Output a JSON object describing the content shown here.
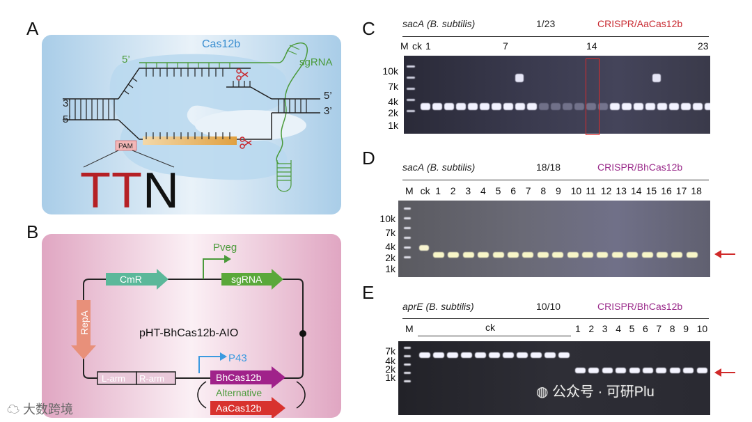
{
  "panels": {
    "A": "A",
    "B": "B",
    "C": "C",
    "D": "D",
    "E": "E"
  },
  "panel_a": {
    "cas_label": "Cas12b",
    "sgrna_label": "sgRNA",
    "pam_label": "PAM",
    "pam_seq": {
      "t1": "T",
      "t2": "T",
      "n": "N"
    },
    "strand_labels": {
      "l3": "3’",
      "l5": "5’",
      "r5": "5’",
      "r3": "3’",
      "top5": "5’"
    }
  },
  "panel_b": {
    "plasmid_name": "pHT-BhCas12b-AIO",
    "cmr": "CmR",
    "sgrna": "sgRNA",
    "pveg": "Pveg",
    "repa": "RepA",
    "larm": "L-arm",
    "rarm": "R-arm",
    "p43": "P43",
    "bhcas": "BhCas12b",
    "alternative": "Alternative",
    "aacas": "AaCas12b"
  },
  "panel_c": {
    "gene": "sacA",
    "organism": "(B. subtilis)",
    "ratio": "1/23",
    "system": "CRISPR/AaCas12b",
    "lanes": {
      "m": "M",
      "ck": "ck",
      "l1": "1",
      "l7": "7",
      "l14": "14",
      "l23": "23"
    },
    "sizes": [
      "10k",
      "7k",
      "4k",
      "2k",
      "1k"
    ]
  },
  "panel_d": {
    "gene": "sacA",
    "organism": "(B. subtilis)",
    "ratio": "18/18",
    "system": "CRISPR/BhCas12b",
    "lanes": [
      "M",
      "ck",
      "1",
      "2",
      "3",
      "4",
      "5",
      "6",
      "7",
      "8",
      "9",
      "10",
      "11",
      "12",
      "13",
      "14",
      "15",
      "16",
      "17",
      "18"
    ],
    "sizes": [
      "10k",
      "7k",
      "4k",
      "2k",
      "1k"
    ]
  },
  "panel_e": {
    "gene": "aprE",
    "organism": "(B. subtilis)",
    "ratio": "10/10",
    "system": "CRISPR/BhCas12b",
    "m": "M",
    "ck": "ck",
    "lanes": [
      "1",
      "2",
      "3",
      "4",
      "5",
      "6",
      "7",
      "8",
      "9",
      "10"
    ],
    "sizes": [
      "7k",
      "4k",
      "2k",
      "1k"
    ]
  },
  "watermarks": {
    "left": "大数跨境",
    "right": "公众号 · 可研Plu"
  },
  "colors": {
    "cas_blue": "#b9d8ee",
    "box_pink": "#e9b8cf",
    "red": "#c8282f",
    "purple": "#9a2a8a",
    "green": "#4a9a3a",
    "cmr": "#5bb89a",
    "repa": "#e8907a",
    "bh": "#a0228a",
    "aa": "#d8322e",
    "p43": "#3a9ae0"
  }
}
